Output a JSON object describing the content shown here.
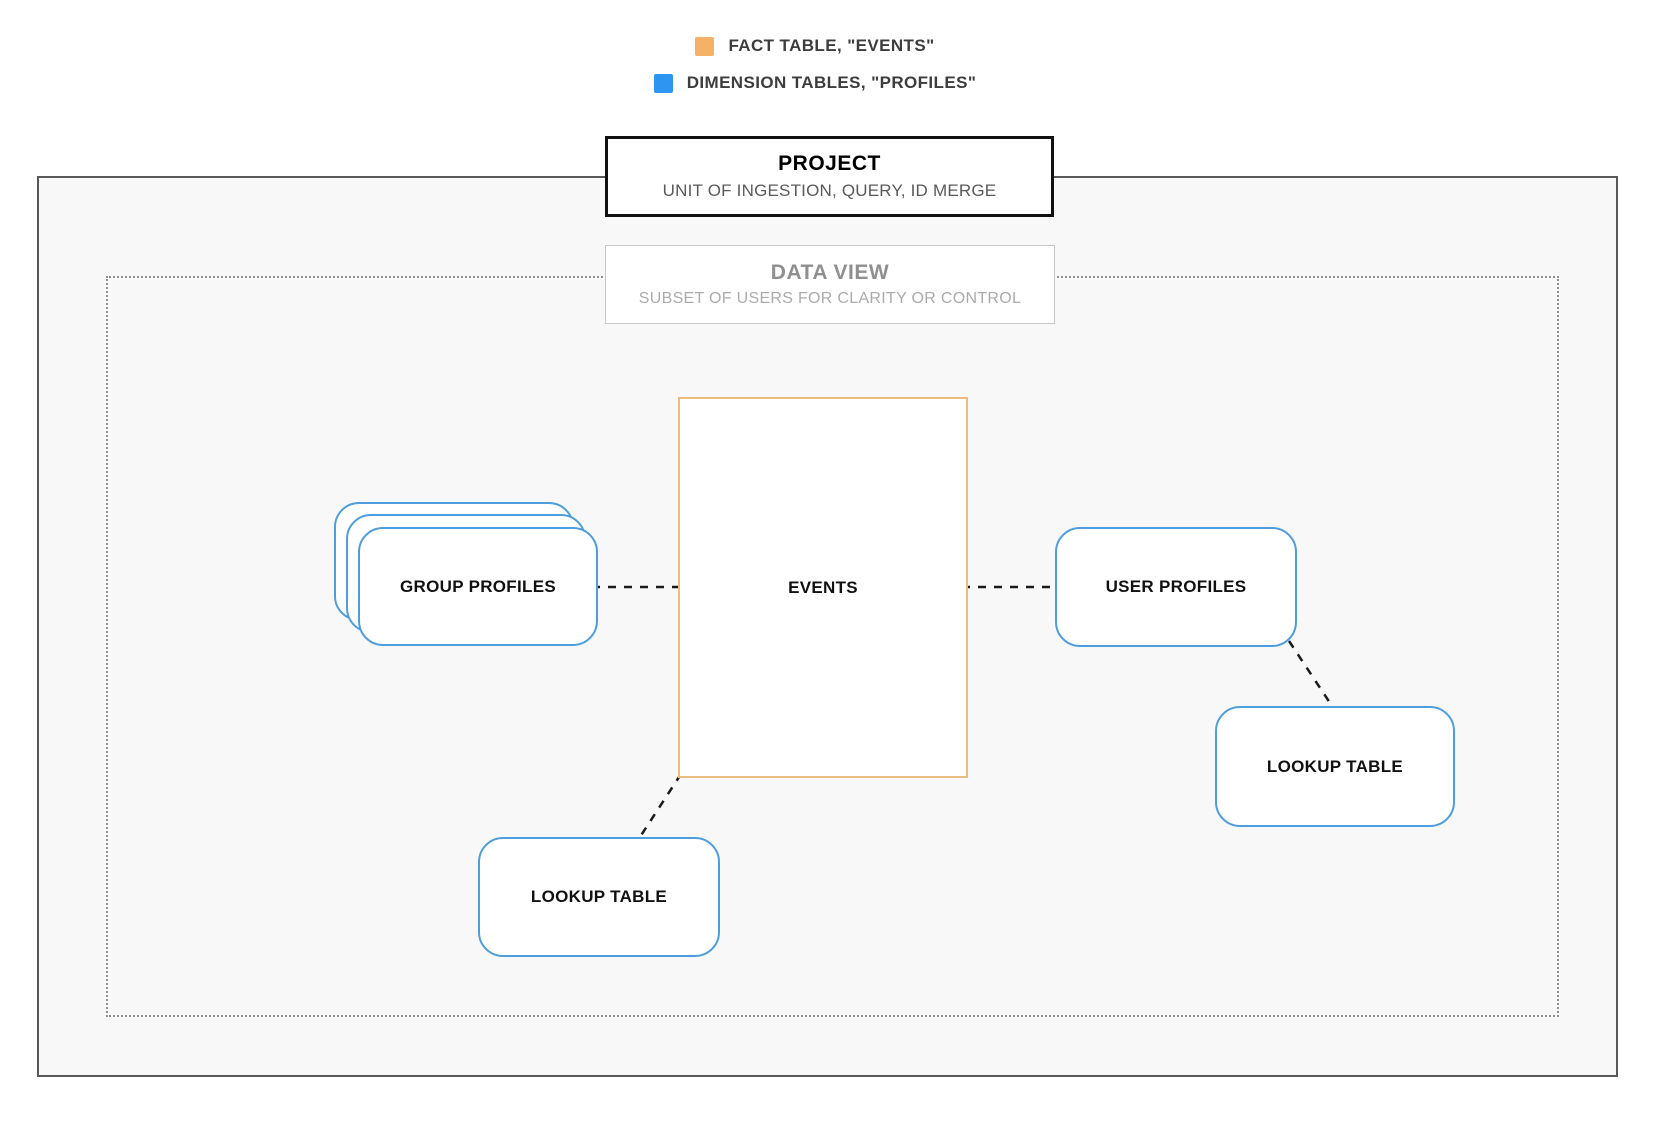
{
  "colors": {
    "fact-orange": "#F5B267",
    "dimension-blue": "#2E96F0",
    "events-border": "#EBBC80",
    "profile-border": "#4E9DDE",
    "outer-border": "#595959",
    "dotted-border": "#8f8f8f",
    "project-border": "#111111",
    "dataview-border": "#c8c8c8",
    "dataview-title": "#8f8f8f",
    "dataview-subtitle": "#ababab",
    "legend-text": "#3d3d3d",
    "project-subtitle": "#5a5a5a",
    "node-text": "#111111",
    "connector": "#1a1a1a",
    "inner-bg": "#f8f8f8",
    "canvas-bg": "#ffffff"
  },
  "legend": {
    "items": [
      {
        "swatch": "fact-orange",
        "label": "FACT TABLE, \"EVENTS\""
      },
      {
        "swatch": "dimension-blue",
        "label": "DIMENSION TABLES, \"PROFILES\""
      }
    ]
  },
  "project": {
    "title": "PROJECT",
    "subtitle": "UNIT OF INGESTION, QUERY, ID MERGE"
  },
  "data_view": {
    "title": "DATA VIEW",
    "subtitle": "SUBSET OF USERS FOR CLARITY OR CONTROL"
  },
  "nodes": {
    "events": {
      "label": "EVENTS",
      "type": "fact"
    },
    "group_profiles": {
      "label": "GROUP PROFILES",
      "type": "dimension",
      "stacked": true
    },
    "user_profiles": {
      "label": "USER PROFILES",
      "type": "dimension"
    },
    "lookup_bottom": {
      "label": "LOOKUP TABLE",
      "type": "dimension"
    },
    "lookup_right": {
      "label": "LOOKUP TABLE",
      "type": "dimension"
    }
  },
  "edges": [
    {
      "from": "group_profiles",
      "to": "events",
      "style": "dashed"
    },
    {
      "from": "events",
      "to": "user_profiles",
      "style": "dashed"
    },
    {
      "from": "user_profiles",
      "to": "lookup_right",
      "style": "dashed"
    },
    {
      "from": "events",
      "to": "lookup_bottom",
      "style": "dashed"
    }
  ]
}
